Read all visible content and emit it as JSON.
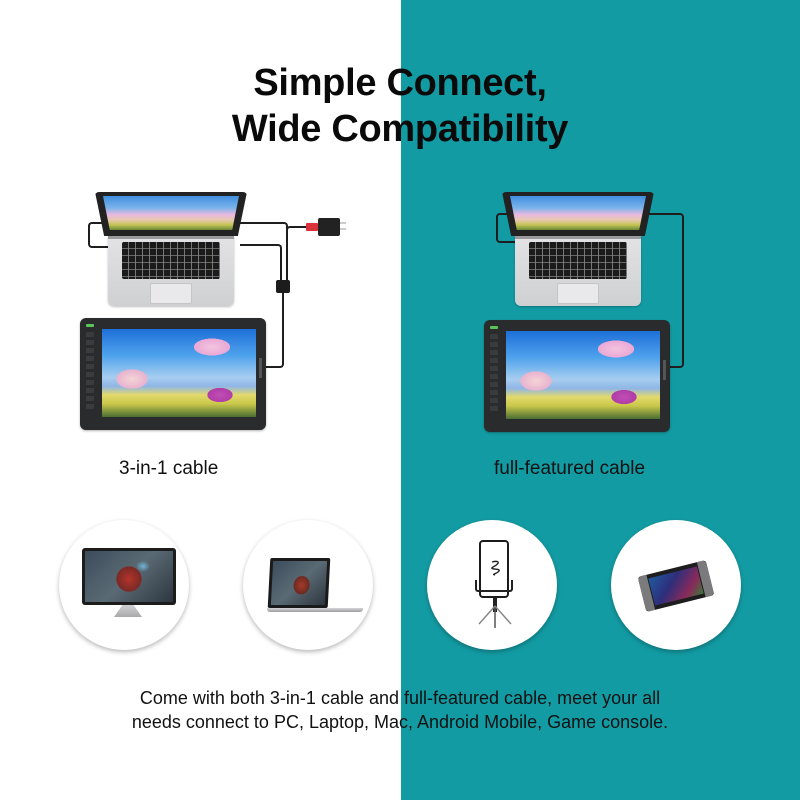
{
  "colors": {
    "left_background": "#ffffff",
    "right_background": "#139ba3",
    "text": "#111111",
    "cable": "#1e1e1e",
    "adapter_accent": "#d8323a"
  },
  "title": {
    "line1": "Simple Connect,",
    "line2": "Wide Compatibility"
  },
  "setups": [
    {
      "caption": "3-in-1 cable",
      "devices": [
        "laptop",
        "pen-display-tablet",
        "power-adapter",
        "cable-splitter"
      ]
    },
    {
      "caption": "full-featured cable",
      "devices": [
        "laptop",
        "pen-display-tablet"
      ]
    }
  ],
  "compatible_devices": [
    {
      "name": "PC monitor",
      "icon": "monitor-icon"
    },
    {
      "name": "Laptop",
      "icon": "laptop-icon"
    },
    {
      "name": "Android mobile",
      "icon": "phone-tripod-icon"
    },
    {
      "name": "Game console",
      "icon": "game-console-icon"
    }
  ],
  "footer": {
    "line1": "Come with both 3-in-1 cable and full-featured cable, meet your all",
    "line2": "needs connect to PC, Laptop, Mac, Android Mobile, Game console."
  }
}
